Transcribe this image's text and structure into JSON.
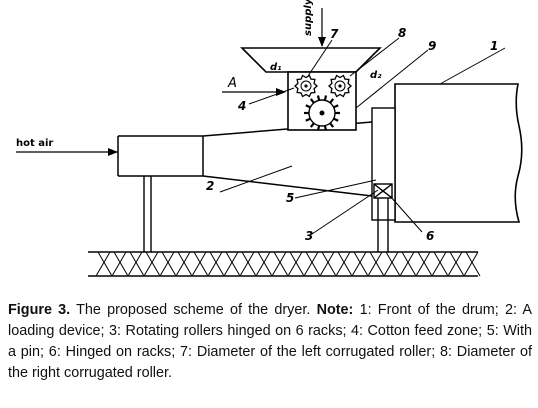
{
  "diagram": {
    "labels": {
      "n1": "1",
      "n2": "2",
      "n3": "3",
      "n4": "4",
      "n5": "5",
      "n6": "6",
      "n7": "7",
      "n8": "8",
      "n9": "9",
      "A": "A",
      "d1": "d₁",
      "d2": "d₂",
      "hot_air": "hot air",
      "supply": "supply"
    }
  },
  "caption": {
    "figure_label": "Figure 3.",
    "title": " The proposed scheme of the dryer. ",
    "note_label": "Note:",
    "note_text": " 1: Front of the drum; 2: A loading device; 3: Rotating rollers hinged on 6 racks; 4: Cotton feed zone; 5: With a pin; 6: Hinged on racks; 7: Diameter of the left corrugated roller; 8: Diameter of the right corrugated roller."
  }
}
